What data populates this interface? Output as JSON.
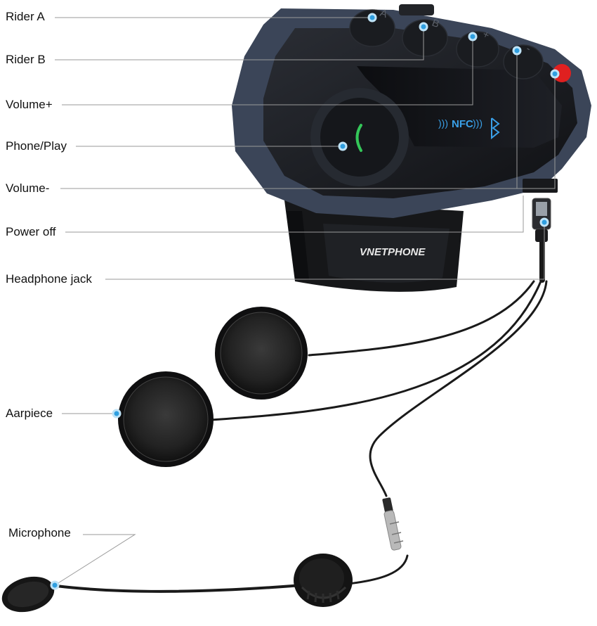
{
  "callouts": [
    {
      "id": "rider-a",
      "label": "Rider A"
    },
    {
      "id": "rider-b",
      "label": "Rider B"
    },
    {
      "id": "volume-plus",
      "label": "Volume+"
    },
    {
      "id": "phone-play",
      "label": "Phone/Play"
    },
    {
      "id": "volume-minus",
      "label": "Volume-"
    },
    {
      "id": "power-off",
      "label": "Power off"
    },
    {
      "id": "headphone-jack",
      "label": "Headphone jack"
    },
    {
      "id": "aarpiece",
      "label": "Aarpiece"
    },
    {
      "id": "microphone",
      "label": "Microphone"
    }
  ],
  "device": {
    "brand": "VNETPHONE",
    "nfc_text": "NFC",
    "button_letters": [
      "A",
      "B",
      "+",
      "-"
    ]
  },
  "colors": {
    "body_dark": "#1c1d21",
    "body_blue_grey": "#3a4458",
    "dot_blue": "#2f9fe0",
    "nfc_blue": "#3aa0e8",
    "green_led": "#34c759",
    "power_red": "#e02020",
    "leader_line": "#9a9a9a"
  }
}
